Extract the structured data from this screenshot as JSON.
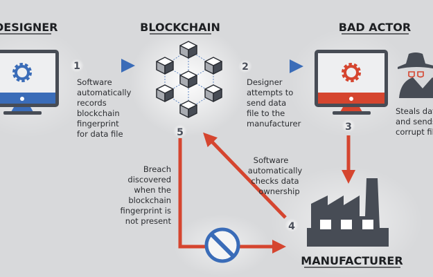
{
  "titles": {
    "designer": "DESIGNER",
    "blockchain": "BLOCKCHAIN",
    "bad_actor": "BAD ACTOR",
    "manufacturer": "MANUFACTURER"
  },
  "steps": [
    {
      "num": "1",
      "lines": [
        "Software",
        "automatically",
        "records",
        "blockchain",
        "fingerprint",
        "for data file"
      ]
    },
    {
      "num": "2",
      "lines": [
        "Designer",
        "attempts to",
        "send data",
        "file to the",
        "manufacturer"
      ]
    },
    {
      "num": "3",
      "lines": []
    },
    {
      "num": "4",
      "lines": [
        "Software",
        "automatically",
        "checks data",
        "ownership"
      ]
    },
    {
      "num": "5",
      "lines": [
        "Breach",
        "discovered",
        "when the",
        "blockchain",
        "fingerprint is",
        "not present"
      ]
    }
  ],
  "bad_actor_note": [
    "Steals data",
    "and sends",
    "corrupt file"
  ],
  "icons": [
    "monitor-gear-icon",
    "blockchain-cubes-icon",
    "spy-icon",
    "factory-icon",
    "no-entry-icon"
  ],
  "colors": {
    "blue": "#3a6cb8",
    "red": "#d5452f",
    "dark": "#474c55",
    "background": "#d8d9db"
  }
}
